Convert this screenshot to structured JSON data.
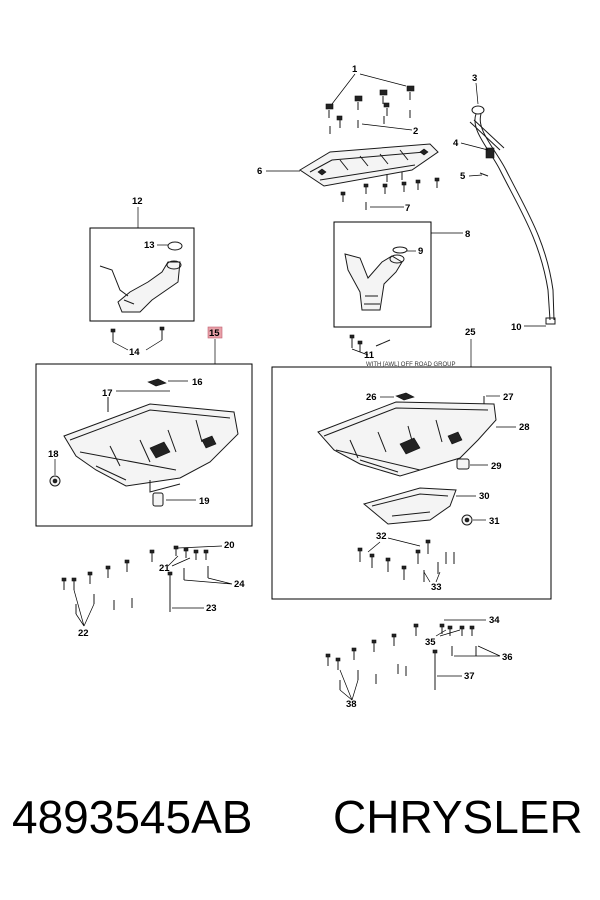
{
  "callouts": {
    "c1": "1",
    "c2": "2",
    "c3": "3",
    "c4": "4",
    "c5": "5",
    "c6": "6",
    "c7": "7",
    "c8": "8",
    "c9": "9",
    "c10": "10",
    "c11": "11",
    "c12": "12",
    "c13": "13",
    "c14": "14",
    "c15": "15",
    "c16": "16",
    "c17": "17",
    "c18": "18",
    "c19": "19",
    "c20": "20",
    "c21": "21",
    "c22": "22",
    "c23": "23",
    "c24": "24",
    "c25": "25",
    "c26": "26",
    "c27": "27",
    "c28": "28",
    "c29": "29",
    "c30": "30",
    "c31": "31",
    "c32": "32",
    "c33": "33",
    "c34": "34",
    "c35": "35",
    "c36": "36",
    "c37": "37",
    "c38": "38"
  },
  "note": "WITH [AWL] OFF ROAD GROUP",
  "highlight_color": "#e8a0a8",
  "footer": {
    "part_number": "4893545AB",
    "brand": "CHRYSLER"
  }
}
